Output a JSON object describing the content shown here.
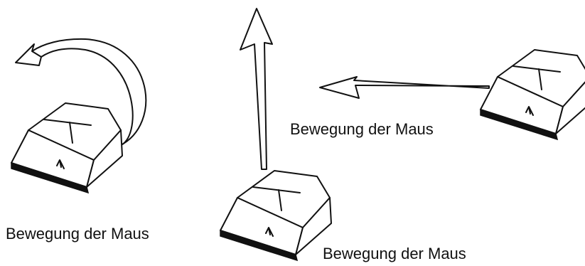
{
  "captions": {
    "left": "Bewegung der Maus",
    "middle": "Bewegung der Maus",
    "right": "Bewegung der Maus"
  },
  "icons": {
    "mouse": "mouse-icon",
    "arrow_curved": "curved-arrow-icon",
    "arrow_up": "up-arrow-icon",
    "arrow_left": "left-arrow-icon"
  },
  "colors": {
    "ink": "#111111",
    "background": "#ffffff"
  }
}
